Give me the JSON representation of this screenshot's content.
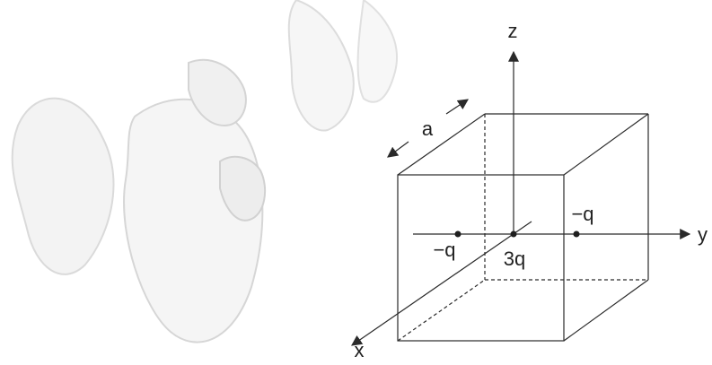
{
  "diagram": {
    "axes": {
      "x": "x",
      "y": "y",
      "z": "z"
    },
    "dimension_label": "a",
    "charges": [
      {
        "label": "−q"
      },
      {
        "label": "3q"
      },
      {
        "label": "−q"
      }
    ],
    "colors": {
      "line": "#2a2a2a",
      "background": "#ffffff",
      "shading": "#cfcfcf"
    }
  }
}
